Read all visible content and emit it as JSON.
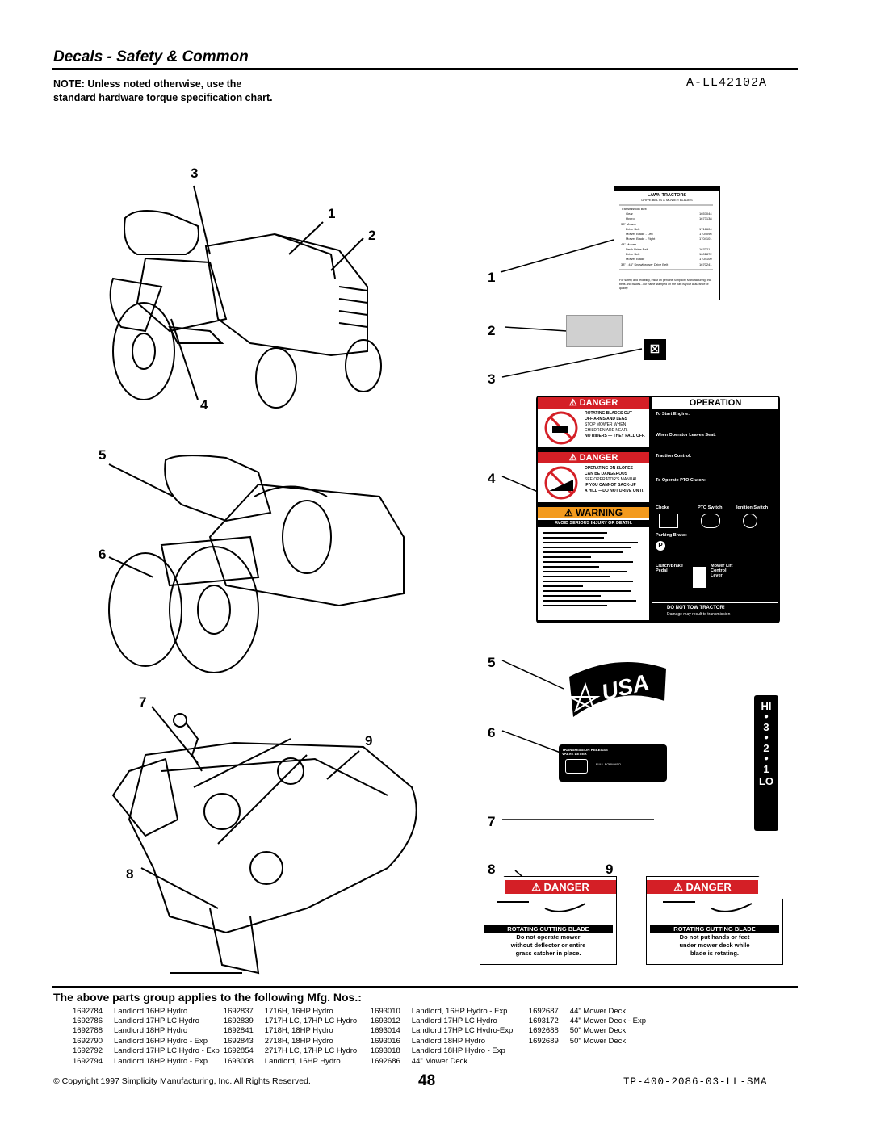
{
  "header": {
    "title": "Decals - Safety & Common",
    "note": "NOTE: Unless noted otherwise, use the standard hardware torque specification chart.",
    "doc_id": "A-LL42102A"
  },
  "callouts_left": [
    "3",
    "1",
    "2",
    "4",
    "5",
    "6",
    "7",
    "9",
    "8"
  ],
  "callouts_right": [
    "1",
    "2",
    "3",
    "4",
    "5",
    "6",
    "7",
    "8",
    "9"
  ],
  "decal_lawn_tractors": {
    "title": "LAWN TRACTORS",
    "subtitle": "DRIVE BELTS & MOWER BLADES",
    "rows": [
      "Transmission Belt",
      "Gear",
      "Hydro",
      "38\" Mower",
      "Drive Belt",
      "Mower Blade - Left",
      "Mower Blade - Right",
      "44\" Mower",
      "Deck Drive Belt",
      "Drive Belt",
      "Mower Blade",
      "38\" - 44\" Snowthrower Drive Belt"
    ],
    "footer": "For safety and reliability, insist on genuine Simplicity Manufacturing, Inc. belts and blades...our name stamped on the part is your assurance of quality."
  },
  "decal_main": {
    "danger1": "DANGER",
    "danger1_lines": [
      "ROTATING BLADES CUT",
      "OFF ARMS AND LEGS",
      "STOP MOWER WHEN",
      "CHILDREN ARE NEAR.",
      "NO RIDERS — THEY FALL OFF."
    ],
    "danger2": "DANGER",
    "danger2_lines": [
      "OPERATING ON SLOPES",
      "CAN BE DANGEROUS",
      "SEE OPERATOR'S MANUAL.",
      "IF YOU CANNOT BACK-UP",
      "A HILL —DO NOT DRIVE ON IT."
    ],
    "warning": "WARNING",
    "warning_sub": "AVOID SERIOUS INJURY OR DEATH.",
    "operation": "OPERATION",
    "op_heads": [
      "To Start Engine:",
      "When Operator Leaves Seat:",
      "Traction Control:",
      "To Operate PTO Clutch:",
      "Parking Brake:"
    ],
    "controls": [
      "Choke",
      "PTO Switch",
      "Ignition Switch"
    ],
    "pedal": "Clutch/Brake Pedal",
    "lift": "Mower Lift Control Lever",
    "do_not_tow": "DO NOT TOW TRACTOR!",
    "do_not_tow_sub": "Damage may result to transmission"
  },
  "usa_decal": "USA",
  "valve_decal": {
    "title": "TRANSMISSION RELEASE VALVE LEVER",
    "line": "FULL FORWARD"
  },
  "speed_decal": [
    "HI",
    "3",
    "2",
    "1",
    "LO"
  ],
  "decal_8": {
    "header": "DANGER",
    "title": "ROTATING CUTTING BLADE",
    "lines": [
      "Do not operate mower",
      "without deflector or entire",
      "grass catcher in place."
    ]
  },
  "decal_9": {
    "header": "DANGER",
    "title": "ROTATING CUTTING BLADE",
    "lines": [
      "Do not put hands or feet",
      "under mower deck while",
      "blade is rotating."
    ]
  },
  "applies_heading": "The above parts group applies to the following Mfg. Nos.:",
  "mfg_rows": [
    [
      "1692784",
      "Landlord 16HP Hydro",
      "1692837",
      "1716H, 16HP Hydro",
      "1693010",
      "Landlord, 16HP Hydro - Exp",
      "1692687",
      "44\" Mower Deck"
    ],
    [
      "1692786",
      "Landlord 17HP LC Hydro",
      "1692839",
      "1717H LC, 17HP LC Hydro",
      "1693012",
      "Landlord 17HP LC Hydro",
      "1693172",
      "44\" Mower Deck - Exp"
    ],
    [
      "1692788",
      "Landlord 18HP Hydro",
      "1692841",
      "1718H, 18HP Hydro",
      "1693014",
      "Landlord 17HP LC Hydro-Exp",
      "1692688",
      "50\" Mower Deck"
    ],
    [
      "1692790",
      "Landlord 16HP Hydro - Exp",
      "1692843",
      "2718H, 18HP Hydro",
      "1693016",
      "Landlord 18HP Hydro",
      "1692689",
      "50\" Mower Deck"
    ],
    [
      "1692792",
      "Landlord 17HP LC Hydro - Exp",
      "1692854",
      "2717H LC, 17HP LC Hydro",
      "1693018",
      "Landlord 18HP Hydro - Exp",
      "",
      ""
    ],
    [
      "1692794",
      "Landlord 18HP Hydro - Exp",
      "1693008",
      "Landlord, 16HP Hydro",
      "1692686",
      "44\" Mower Deck",
      "",
      ""
    ]
  ],
  "footer": {
    "copyright": "© Copyright 1997 Simplicity Manufacturing, Inc. All Rights Reserved.",
    "page": "48",
    "tp": "TP-400-2086-03-LL-SMA"
  }
}
